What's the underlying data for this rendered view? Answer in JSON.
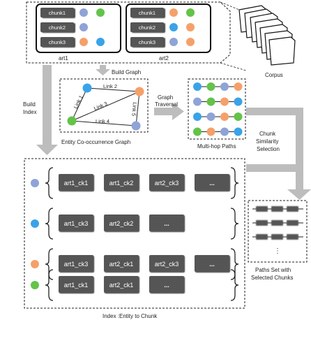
{
  "colors": {
    "blue": "#3aa3e8",
    "green": "#63c34a",
    "orange": "#f5a06a",
    "lavender": "#8fa3d6",
    "chip": "#555555",
    "arrow": "#bdbdbd"
  },
  "articles": [
    {
      "label": "art1",
      "chunks": [
        {
          "name": "chunk1",
          "dots": [
            "lavender",
            "green"
          ]
        },
        {
          "name": "chunk2",
          "dots": [
            "lavender"
          ]
        },
        {
          "name": "chunk3",
          "dots": [
            "orange",
            "blue"
          ]
        }
      ]
    },
    {
      "label": "art2",
      "chunks": [
        {
          "name": "chunk1",
          "dots": [
            "orange",
            "green"
          ]
        },
        {
          "name": "chunk2",
          "dots": [
            "blue",
            "orange"
          ]
        },
        {
          "name": "chunk3",
          "dots": [
            "lavender",
            "orange"
          ]
        }
      ]
    }
  ],
  "corpus_label": "Corpus",
  "build_graph_label": "Build Graph",
  "build_index_label": [
    "Build",
    "Index"
  ],
  "graph": {
    "links": [
      "Link 1",
      "Link 2",
      "Link 3",
      "Link 4",
      "Link 5"
    ],
    "caption": "Entity Co-occurrence Graph"
  },
  "graph_traversal_label": [
    "Graph",
    "Traversal"
  ],
  "paths": {
    "caption": "Multi-hop Paths",
    "rows": [
      [
        "blue",
        "green",
        "lavender",
        "orange"
      ],
      [
        "lavender",
        "green",
        "orange",
        "blue"
      ],
      [
        "blue",
        "lavender",
        "orange",
        "green"
      ],
      [
        "green",
        "orange",
        "lavender",
        "blue"
      ]
    ]
  },
  "selection_label": [
    "Chunk",
    "Similarity",
    "Selection"
  ],
  "index": {
    "caption": "Index :Entity to Chunk",
    "rows": [
      {
        "entity": "lavender",
        "chunks": [
          "art1_ck1",
          "art1_ck2",
          "art2_ck3",
          "..."
        ]
      },
      {
        "entity": "blue",
        "chunks": [
          "art1_ck3",
          "art2_ck2",
          "..."
        ]
      },
      {
        "entity": "orange",
        "chunks": [
          "art1_ck3",
          "art2_ck1",
          "art2_ck3",
          "..."
        ]
      },
      {
        "entity": "green",
        "chunks": [
          "art1_ck1",
          "art2_ck1",
          "..."
        ]
      }
    ]
  },
  "paths_set": {
    "caption": [
      "Paths Set with",
      "Selected Chunks"
    ],
    "ellipsis": "⋮"
  }
}
